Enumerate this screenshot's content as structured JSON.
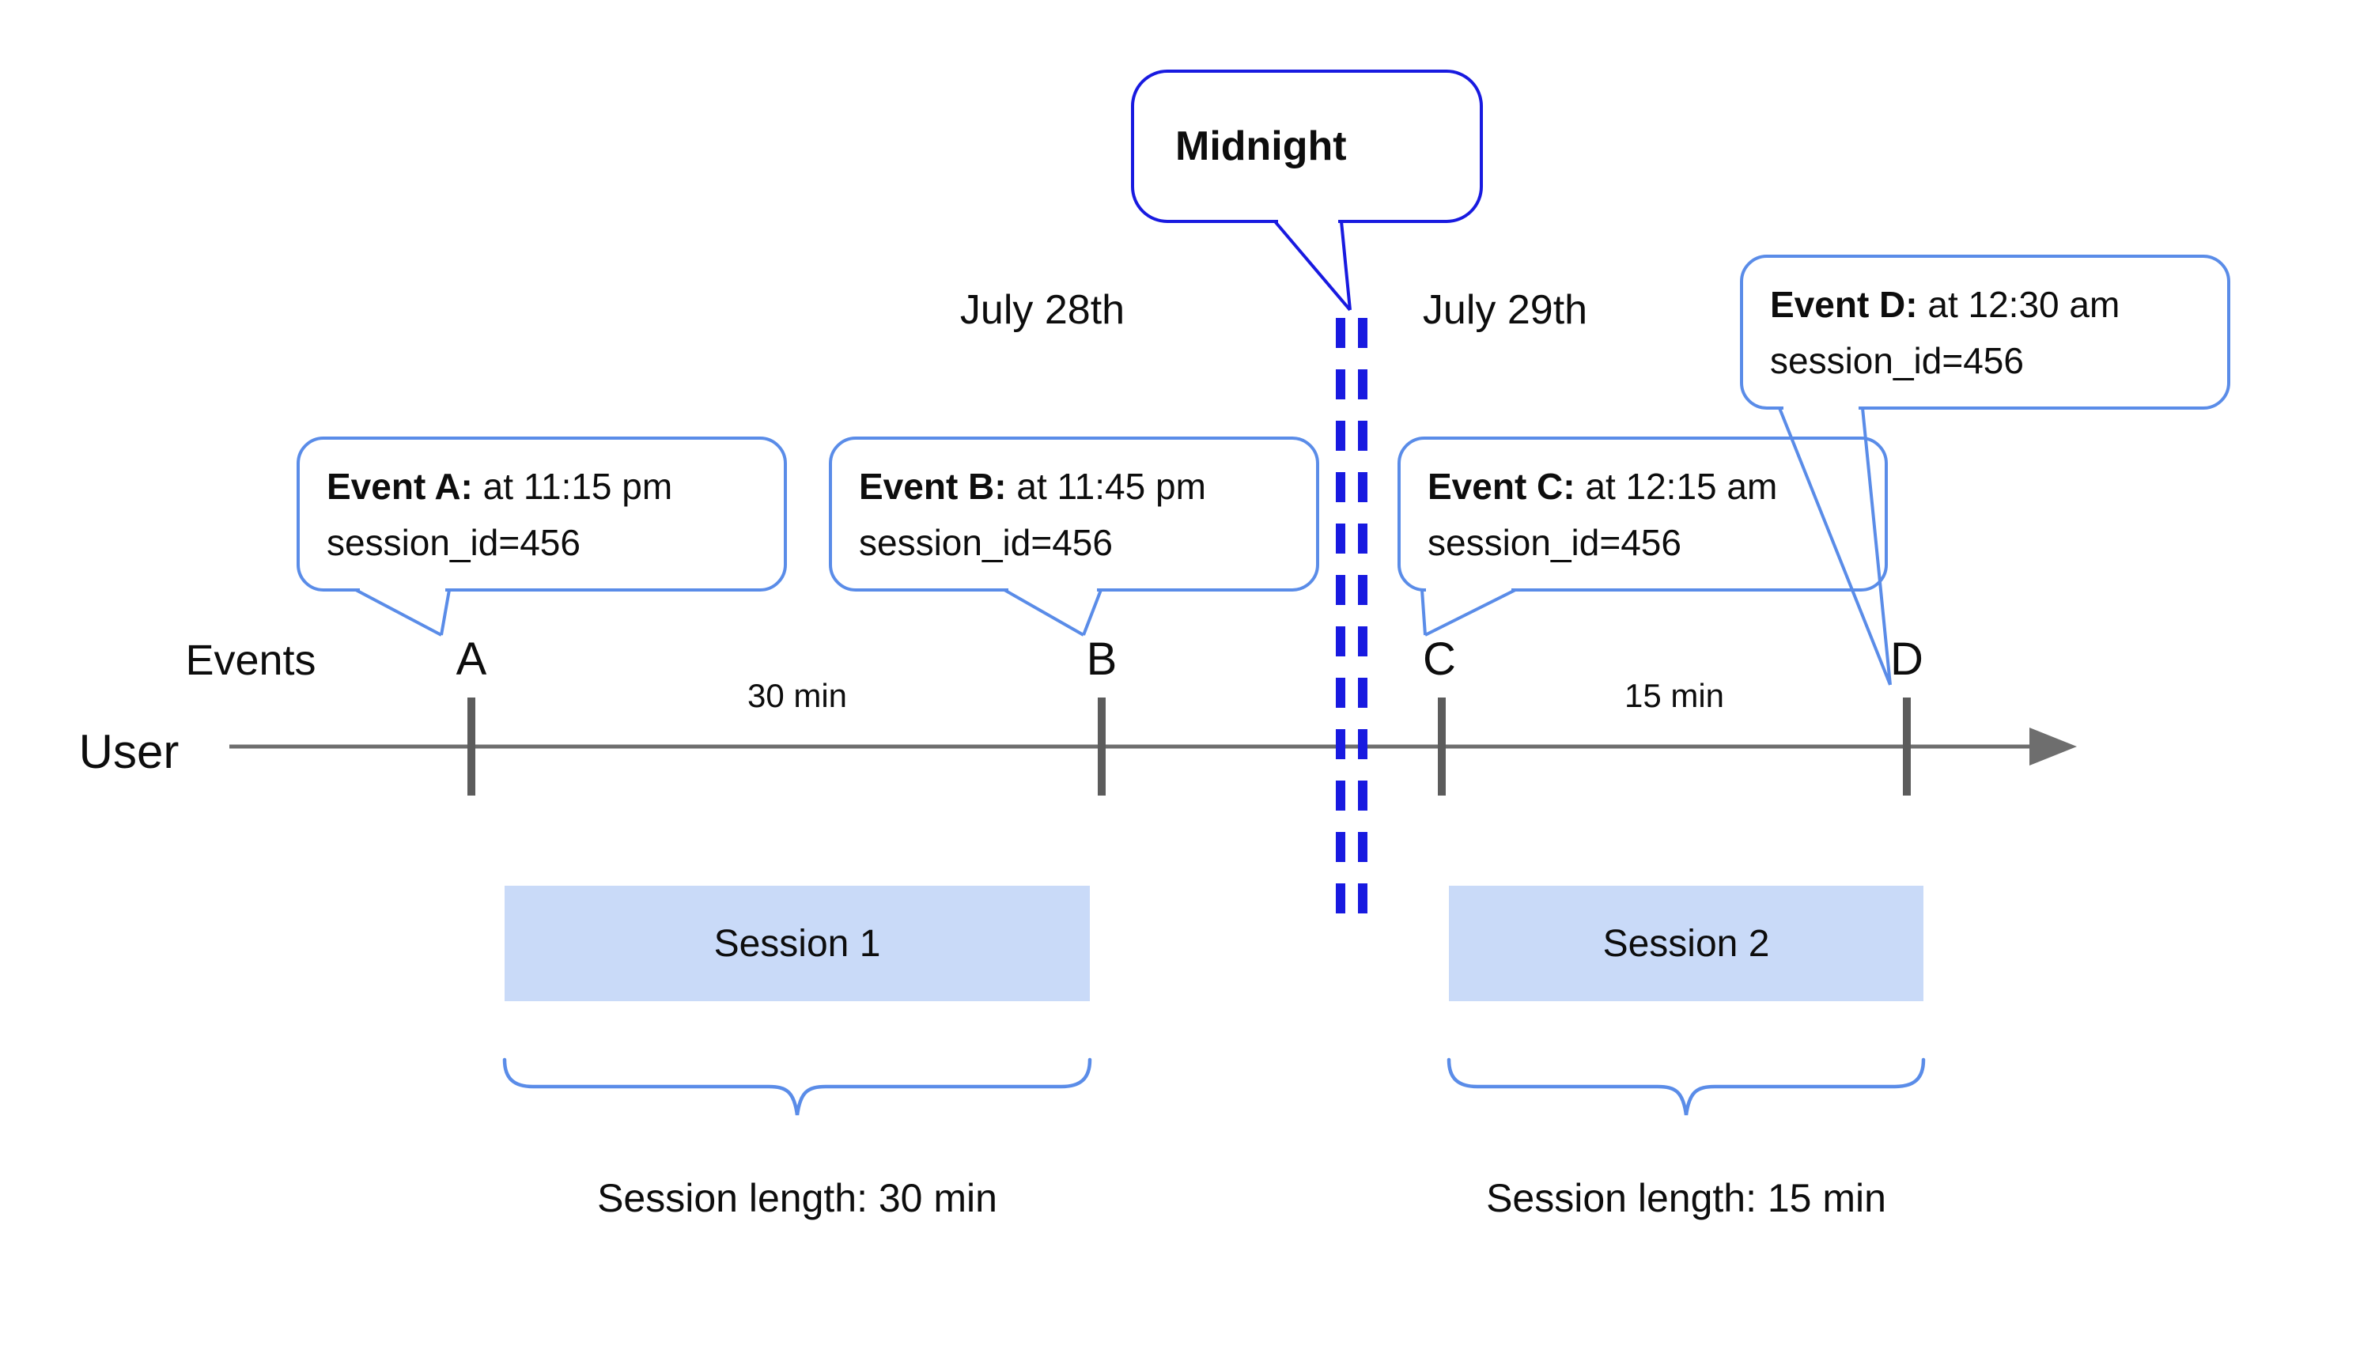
{
  "figure": {
    "midnight_bubble": {
      "label": "Midnight"
    },
    "dates": [
      {
        "label": "July 28th"
      },
      {
        "label": "July 29th"
      }
    ],
    "events_axis_label": "Events",
    "user_label": "User",
    "events": [
      {
        "letter": "A",
        "callout_bold": "Event A:",
        "callout_rest": " at 11:15 pm",
        "callout_line2": "session_id=456"
      },
      {
        "letter": "B",
        "callout_bold": "Event B:",
        "callout_rest": " at 11:45 pm",
        "callout_line2": "session_id=456"
      },
      {
        "letter": "C",
        "callout_bold": "Event C:",
        "callout_rest": " at 12:15 am",
        "callout_line2": "session_id=456"
      },
      {
        "letter": "D",
        "callout_bold": "Event D:",
        "callout_rest": " at 12:30 am",
        "callout_line2": "session_id=456"
      }
    ],
    "intervals": [
      "30 min",
      "15 min"
    ],
    "sessions": [
      {
        "box_label": "Session 1",
        "length_label": "Session length: 30 min"
      },
      {
        "box_label": "Session 2",
        "length_label": "Session length: 15 min"
      }
    ],
    "colors": {
      "accent_blue": "#181ae0",
      "bubble_blue": "#5a8ce8",
      "axis_gray": "#6e6e6e",
      "tick_gray": "#5c5c5c",
      "session_fill": "#c9daf8"
    }
  }
}
